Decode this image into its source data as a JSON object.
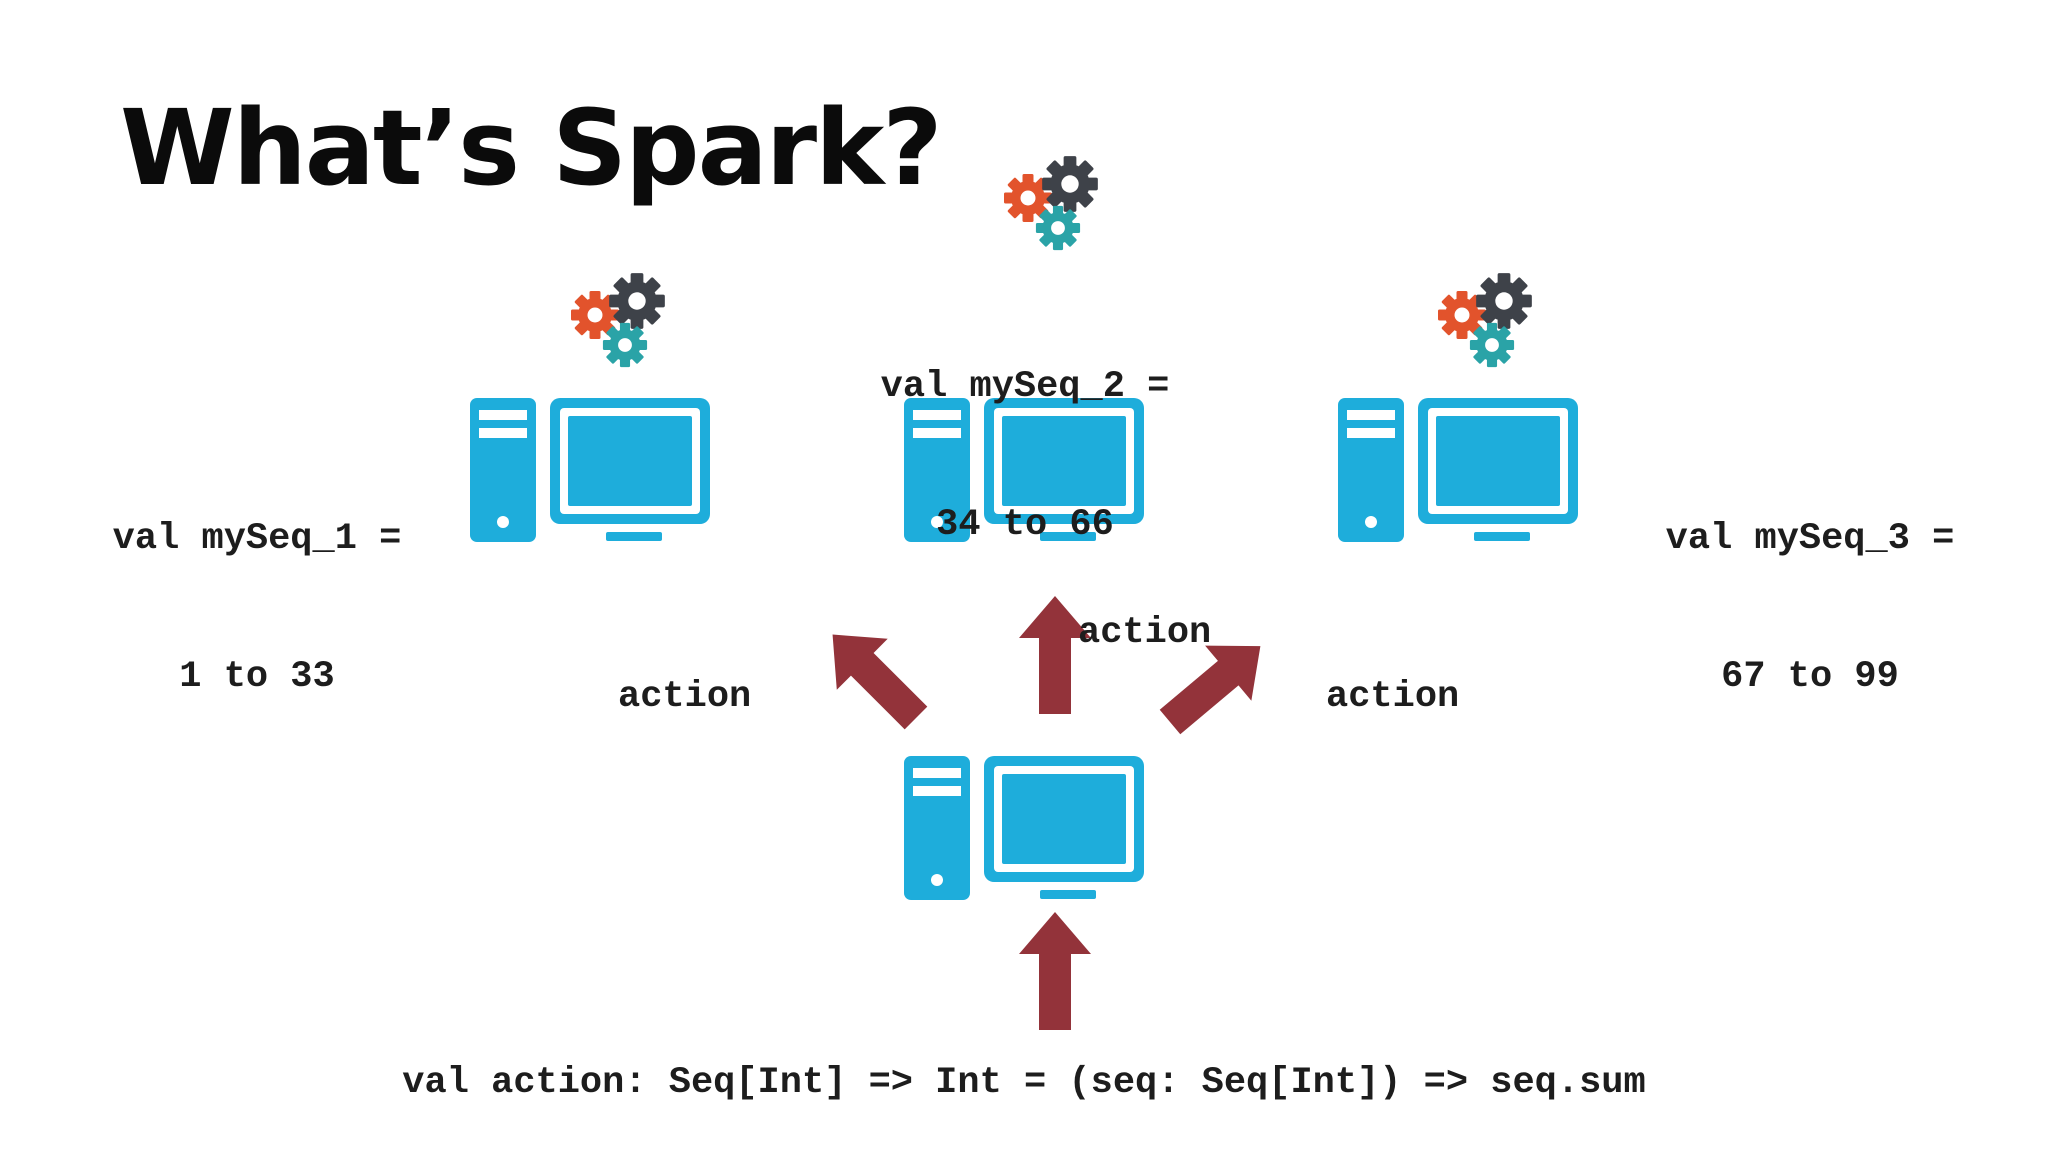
{
  "title": "What’s Spark?",
  "nodes": {
    "worker_1": {
      "line1": "val mySeq_1 =",
      "line2": "1 to 33"
    },
    "worker_2": {
      "line1": "val mySeq_2 =",
      "line2": "34 to 66"
    },
    "worker_3": {
      "line1": "val mySeq_3 =",
      "line2": "67 to 99"
    }
  },
  "edges": {
    "to_worker_1": "action",
    "to_worker_2": "action",
    "to_worker_3": "action"
  },
  "driver_code": "val action: Seq[Int] => Int = (seq: Seq[Int]) => seq.sum",
  "colors": {
    "computer": "#1eaddb",
    "arrow": "#93333a",
    "gear_orange": "#e2532c",
    "gear_dark": "#3e4249",
    "gear_teal": "#2aa3a7"
  },
  "icons": [
    "computer-icon",
    "gears-icon",
    "arrow-icon"
  ]
}
